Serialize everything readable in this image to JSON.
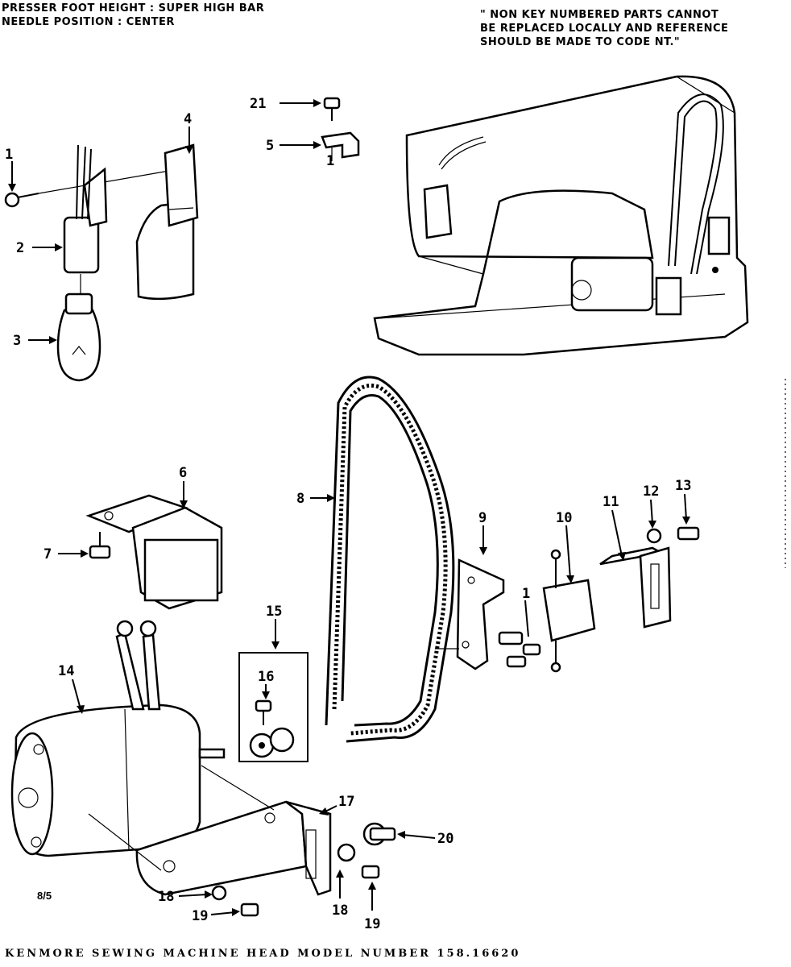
{
  "header": {
    "line1": "PRESSER FOOT HEIGHT : SUPER HIGH BAR",
    "line2": "NEEDLE POSITION : CENTER",
    "note1": "\" NON KEY NUMBERED PARTS CANNOT",
    "note2": "BE REPLACED LOCALLY AND REFERENCE",
    "note3": "SHOULD BE MADE TO CODE NT.\""
  },
  "footer": {
    "title": "KENMORE SEWING MACHINE HEAD MODEL NUMBER 158.16620",
    "page": "8/5"
  },
  "callouts": {
    "c1": "1",
    "c2": "2",
    "c3": "3",
    "c4": "4",
    "c5": "5",
    "c6": "6",
    "c7": "7",
    "c8": "8",
    "c9": "9",
    "c10": "10",
    "c11": "11",
    "c12": "12",
    "c13": "13",
    "c14": "14",
    "c15": "15",
    "c16": "16",
    "c17": "17",
    "c18a": "18",
    "c18b": "18",
    "c19a": "19",
    "c19b": "19",
    "c20": "20",
    "c21": "21",
    "c1b": "1",
    "c1c": "1"
  }
}
